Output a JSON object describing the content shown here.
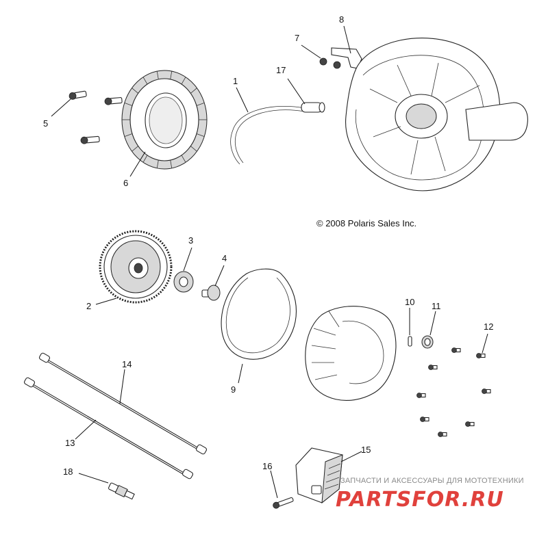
{
  "diagram": {
    "copyright": "© 2008 Polaris Sales Inc.",
    "callouts": [
      {
        "id": "1",
        "label": "1"
      },
      {
        "id": "2",
        "label": "2"
      },
      {
        "id": "3",
        "label": "3"
      },
      {
        "id": "4",
        "label": "4"
      },
      {
        "id": "5",
        "label": "5"
      },
      {
        "id": "6",
        "label": "6"
      },
      {
        "id": "7",
        "label": "7"
      },
      {
        "id": "8",
        "label": "8"
      },
      {
        "id": "9",
        "label": "9"
      },
      {
        "id": "10",
        "label": "10"
      },
      {
        "id": "11",
        "label": "11"
      },
      {
        "id": "12",
        "label": "12"
      },
      {
        "id": "13",
        "label": "13"
      },
      {
        "id": "14",
        "label": "14"
      },
      {
        "id": "15",
        "label": "15"
      },
      {
        "id": "16",
        "label": "16"
      },
      {
        "id": "17",
        "label": "17"
      },
      {
        "id": "18",
        "label": "18"
      }
    ]
  },
  "watermark": {
    "tagline": "ЗАПЧАСТИ И АКСЕССУАРЫ ДЛЯ МОТОТЕХНИКИ",
    "brand": "PARTSFOR.RU",
    "color": "#e0413c"
  }
}
